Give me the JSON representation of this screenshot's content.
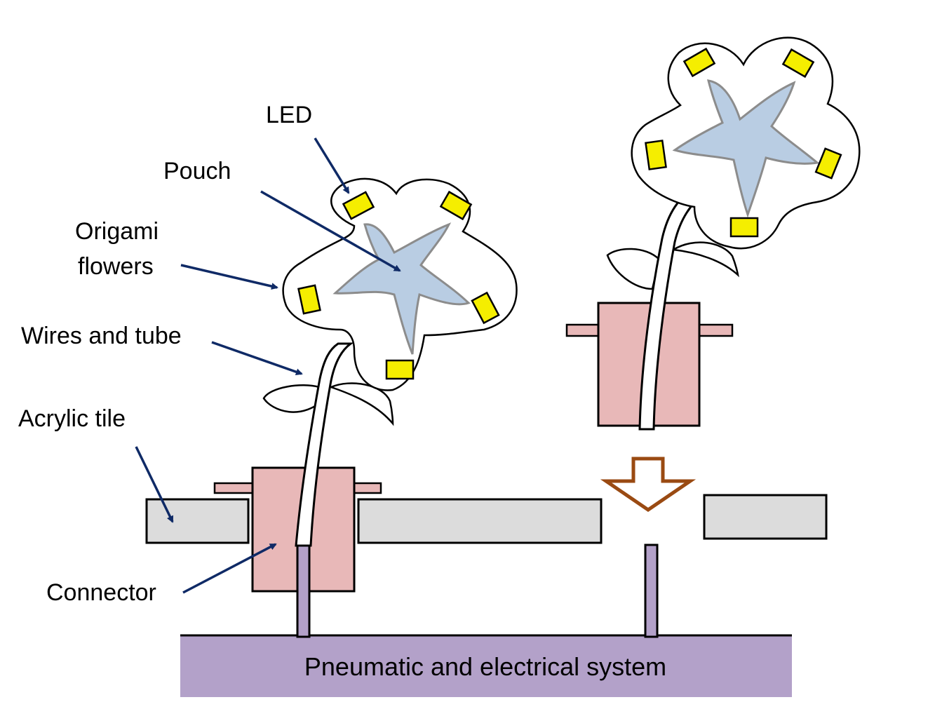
{
  "labels": {
    "led": "LED",
    "pouch": "Pouch",
    "origami_line1": "Origami",
    "origami_line2": "flowers",
    "wires": "Wires and tube",
    "acrylic": "Acrylic tile",
    "connector": "Connector",
    "base": "Pneumatic and electrical system"
  },
  "colors": {
    "arrow": "#0f2a66",
    "tile": "#dcdcdc",
    "connector": "#e8b8b8",
    "base": "#b3a1c9",
    "led": "#f5ee00",
    "pouch": "#b9cde3",
    "pouch_edge": "#8c8c8c",
    "insert_arrow": "#9a4a12"
  }
}
